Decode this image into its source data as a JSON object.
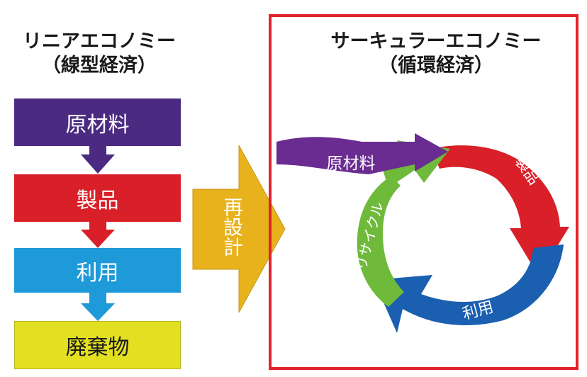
{
  "linear": {
    "title": "リニアエコノミー",
    "subtitle": "（線型経済）",
    "steps": [
      {
        "label": "原材料",
        "color": "#4b2a82"
      },
      {
        "label": "製品",
        "color": "#d91f28"
      },
      {
        "label": "利用",
        "color": "#1f9ad8"
      },
      {
        "label": "廃棄物",
        "color": "#e3e022"
      }
    ]
  },
  "redesign": {
    "label": "再設計",
    "color": "#e8b21d"
  },
  "circular": {
    "title": "サーキュラーエコノミー",
    "subtitle": "（循環経済）",
    "frame_color": "#e0232a",
    "raw_material": "原材料",
    "product": "製品",
    "use": "利用",
    "recycle": "リサイクル",
    "colors": {
      "raw": "#6a2c91",
      "product": "#d91f28",
      "use": "#1a5fb0",
      "recycle": "#6fba3b"
    }
  }
}
